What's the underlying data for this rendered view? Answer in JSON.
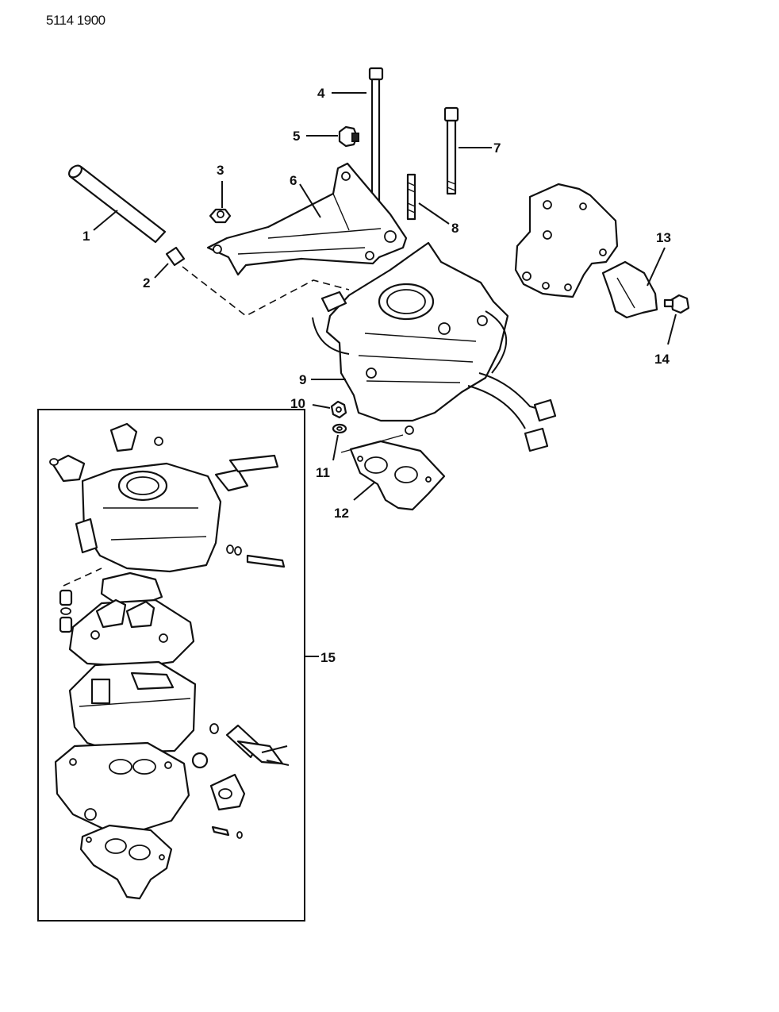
{
  "document_id": "5114 1900",
  "callouts": {
    "c1": "1",
    "c2": "2",
    "c3": "3",
    "c4": "4",
    "c5": "5",
    "c6": "6",
    "c7": "7",
    "c8": "8",
    "c9": "9",
    "c10": "10",
    "c11": "11",
    "c12": "12",
    "c13": "13",
    "c14": "14",
    "c15": "15"
  }
}
